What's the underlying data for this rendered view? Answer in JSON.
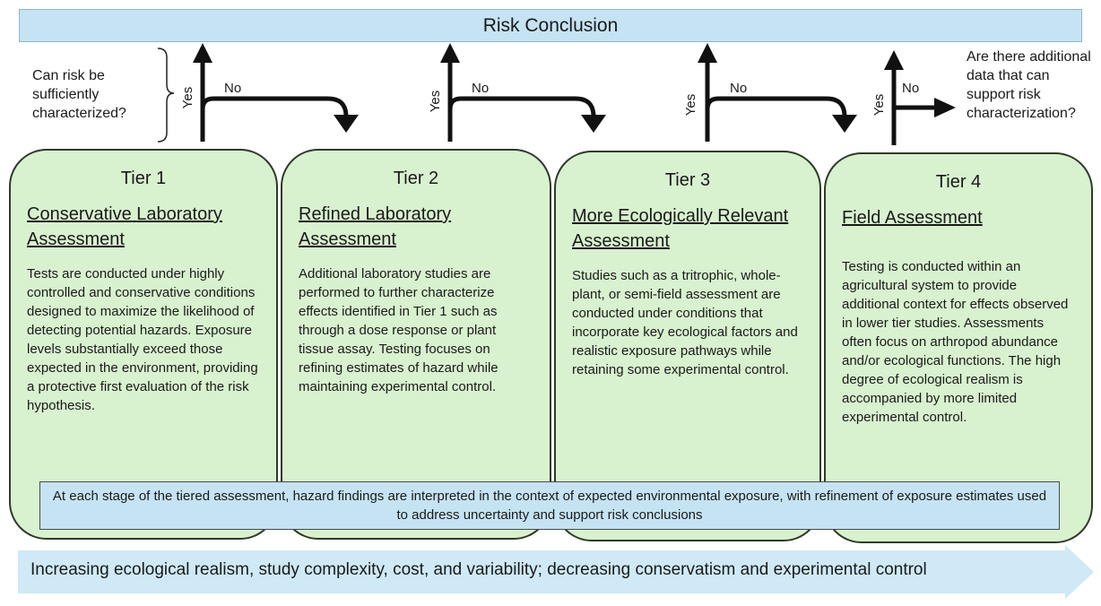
{
  "banner": {
    "text": "Risk Conclusion"
  },
  "question_left": "Can risk be sufficiently characterized?",
  "question_right": "Are there additional data that can support risk characterization?",
  "yes_label": "Yes",
  "no_label": "No",
  "tiers": [
    {
      "title": "Tier 1",
      "subtitle": "Conservative Laboratory Assessment",
      "body": "Tests are conducted under highly controlled and conservative conditions designed to maximize the likelihood of detecting potential hazards. Exposure levels substantially exceed those expected in the environment, providing a protective first evaluation of the risk hypothesis."
    },
    {
      "title": "Tier 2",
      "subtitle": "Refined Laboratory Assessment",
      "body": "Additional laboratory studies are performed to further characterize effects identified in Tier 1 such as through a dose response or plant tissue assay. Testing focuses on refining estimates of hazard while maintaining experimental control."
    },
    {
      "title": "Tier 3",
      "subtitle": "More Ecologically Relevant Assessment",
      "body": "Studies such as a tritrophic, whole-plant, or semi-field assessment are conducted under conditions that incorporate key ecological factors and realistic exposure pathways while retaining some experimental control."
    },
    {
      "title": "Tier 4",
      "subtitle": "Field Assessment",
      "body": "Testing is conducted within an agricultural system to provide additional context for effects observed in lower tier studies. Assessments often focus on arthropod abundance and/or ecological functions. The high degree of ecological realism is accompanied by more limited experimental control."
    }
  ],
  "note": "At each stage of the tiered assessment, hazard findings are interpreted in the context of expected environmental exposure, with refinement of exposure estimates used to address uncertainty and support risk conclusions",
  "bottom_arrow_text": "Increasing ecological realism, study complexity, cost, and variability; decreasing conservatism and experimental control",
  "colors": {
    "banner_fill": "#c5e3f2",
    "tier_fill": "#d8f1cf",
    "bottom_arrow_fill": "#cfe9f6"
  }
}
